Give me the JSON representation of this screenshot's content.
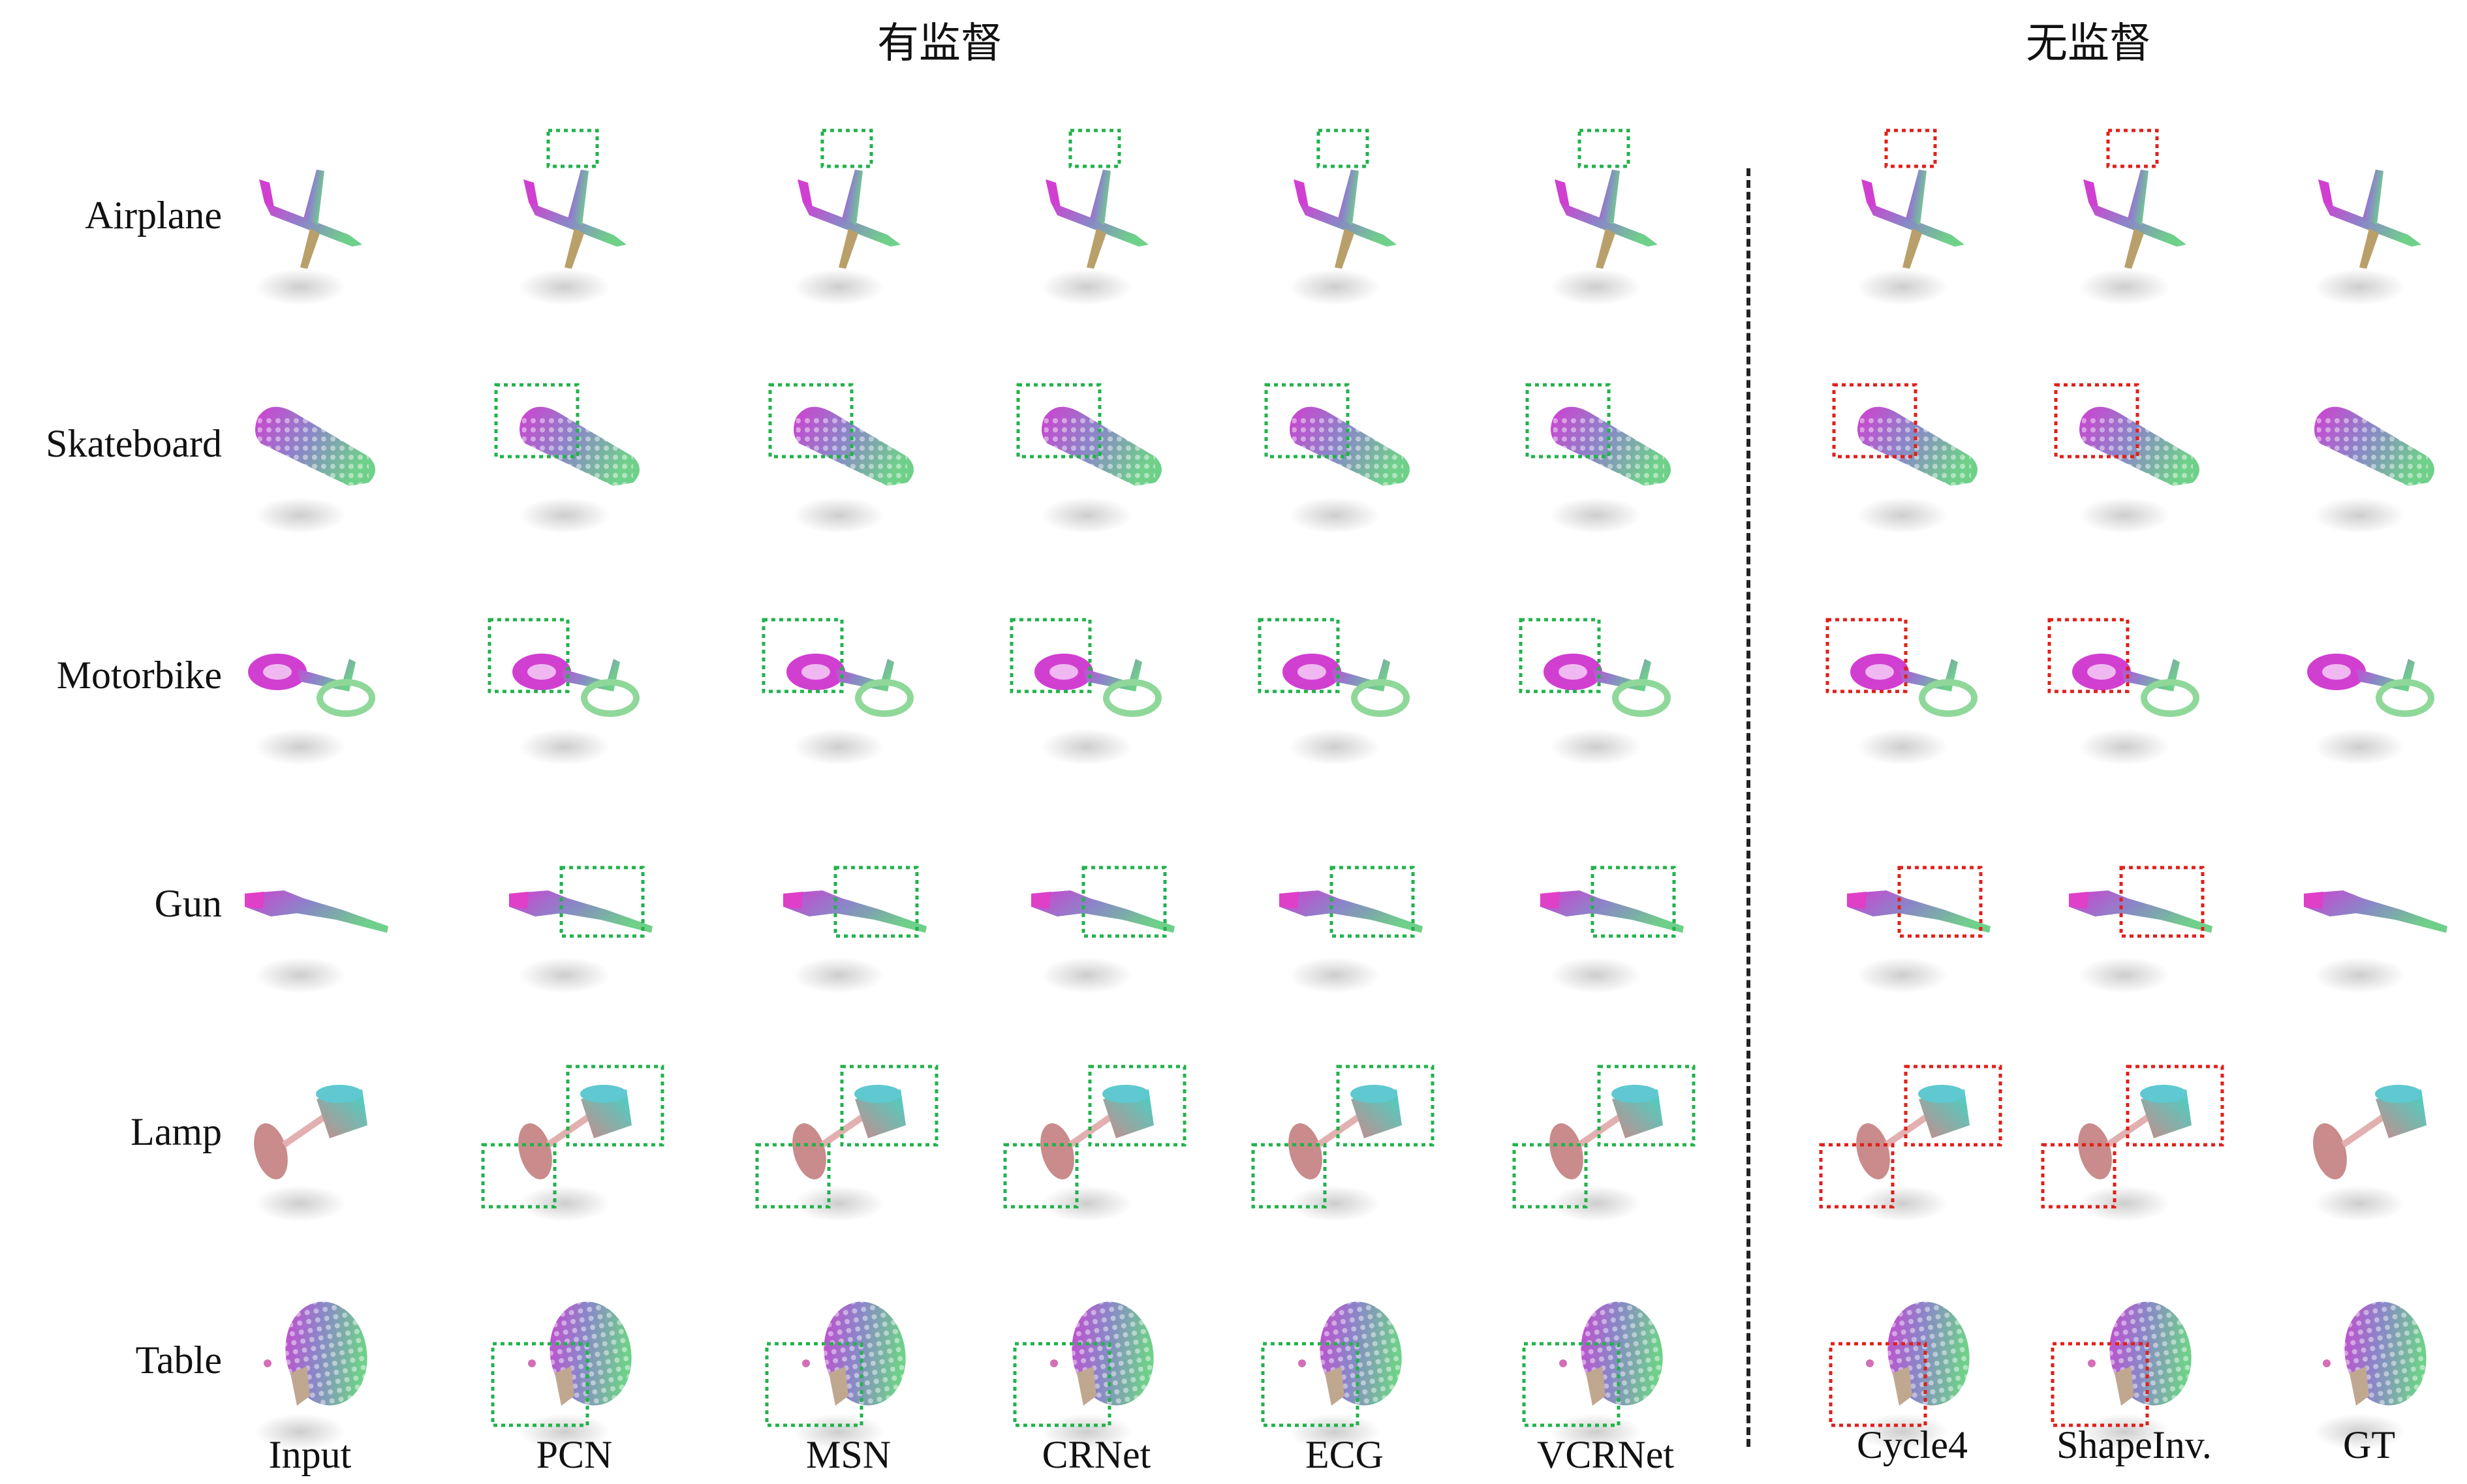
{
  "group_headers": {
    "supervised": "有监督",
    "unsupervised": "无监督"
  },
  "rows": [
    "Airplane",
    "Skateboard",
    "Motorbike",
    "Gun",
    "Lamp",
    "Table"
  ],
  "columns": [
    "Input",
    "PCN",
    "MSN",
    "CRNet",
    "ECG",
    "VCRNet",
    "Cycle4",
    "ShapeInv.",
    "GT"
  ],
  "colors": {
    "highlight_supervised": "#22b24c",
    "highlight_unsupervised": "#e0201b",
    "shape_start": "#d13fd1",
    "shape_mid": "#8a86c8",
    "shape_end": "#6fd08a",
    "lamp_start": "#c98b8b",
    "lamp_end": "#3fd6c8",
    "shadow": "#cfcfcf"
  }
}
